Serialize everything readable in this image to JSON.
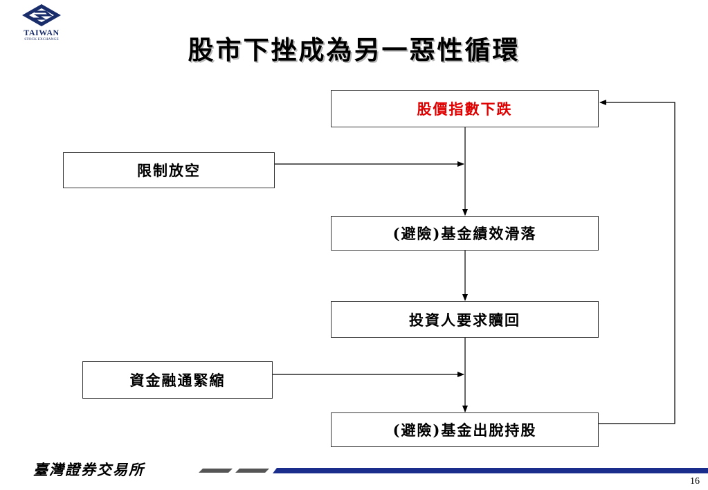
{
  "logo": {
    "name": "TAIWAN",
    "subtitle": "STOCK EXCHANGE"
  },
  "title": "股市下挫成為另一惡性循環",
  "flow": {
    "steps": [
      "股價指數下跌",
      "(避險)基金績效滑落",
      "投資人要求贖回",
      "(避險)基金出脫持股"
    ],
    "side_inputs": [
      "限制放空",
      "資金融通緊縮"
    ],
    "highlight_color": "#e00000"
  },
  "footer": {
    "org_name": "臺灣證券交易所",
    "page_number": "16",
    "band_color": "#1a2d8c"
  }
}
